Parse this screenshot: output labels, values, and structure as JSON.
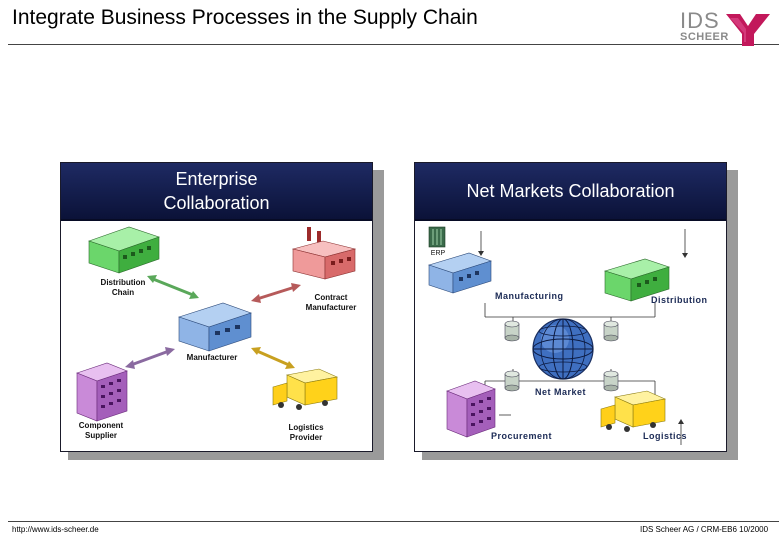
{
  "header": {
    "title": "Integrate Business Processes in the Supply Chain",
    "logo_text_top": "IDS",
    "logo_text_bottom": "SCHEER"
  },
  "enterprise_panel": {
    "heading": "Enterprise Collaboration",
    "labels": {
      "distribution_chain": "Distribution Chain",
      "contract_manufacturer": "Contract Manufacturer",
      "manufacturer": "Manufacturer",
      "component_supplier": "Component Supplier",
      "logistics_provider": "Logistics Provider"
    }
  },
  "net_markets_panel": {
    "heading": "Net Markets Collaboration",
    "labels": {
      "erp": "ERP",
      "manufacturing": "Manufacturing",
      "distribution": "Distribution",
      "net_market": "Net Market",
      "procurement": "Procurement",
      "logistics": "Logistics"
    }
  },
  "footer": {
    "url": "http://www.ids-scheer.de",
    "copyright": "IDS Scheer AG / CRM-EB6 10/2000"
  },
  "colors": {
    "panel_header": "#1e2a63",
    "building_green": "#6bd66b",
    "building_blue": "#6f9fd8",
    "building_red": "#ef9a9a",
    "building_purple": "#c98ad8",
    "truck_yellow": "#ffe14a",
    "logo_magenta": "#c2185b"
  }
}
